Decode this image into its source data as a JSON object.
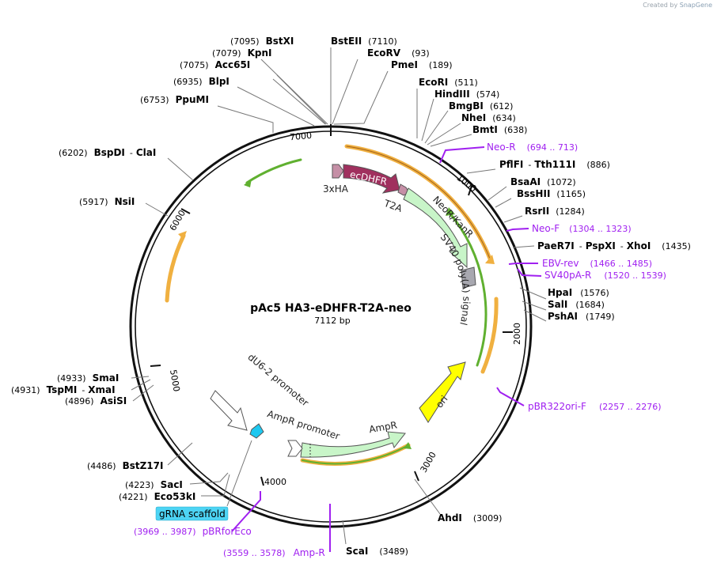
{
  "credit": {
    "prefix": "Created by",
    "brand": "SnapGene"
  },
  "plasmid": {
    "name": "pAc5 HA3-eDHFR-T2A-neo",
    "length_label": "7112 bp"
  },
  "ticks": [
    "1000",
    "2000",
    "3000",
    "4000",
    "5000",
    "6000",
    "7000"
  ],
  "sites_right": [
    {
      "name": "EcoRI",
      "pos": "(511)"
    },
    {
      "name": "HindIII",
      "pos": "(574)"
    },
    {
      "name": "BmgBI",
      "pos": "(612)"
    },
    {
      "name": "NheI",
      "pos": "(634)"
    },
    {
      "name": "BmtI",
      "pos": "(638)"
    },
    {
      "name": "PflFI",
      "sep": "-",
      "name2": "Tth111I",
      "pos": "(886)"
    },
    {
      "name": "BsaAI",
      "pos": "(1072)"
    },
    {
      "name": "BssHII",
      "pos": "(1165)"
    },
    {
      "name": "RsrII",
      "pos": "(1284)"
    },
    {
      "name": "PaeR7I",
      "sep": "-",
      "name2": "PspXI",
      "sep2": "-",
      "name3": "XhoI",
      "pos": "(1435)"
    },
    {
      "name": "HpaI",
      "pos": "(1576)"
    },
    {
      "name": "SalI",
      "pos": "(1684)"
    },
    {
      "name": "PshAI",
      "pos": "(1749)"
    }
  ],
  "sites_top": [
    {
      "name": "BstXI",
      "pos": "(7095)"
    },
    {
      "name": "KpnI",
      "pos": "(7079)"
    },
    {
      "name": "Acc65I",
      "pos": "(7075)"
    },
    {
      "name": "BlpI",
      "pos": "(6935)"
    },
    {
      "name": "PpuMI",
      "pos": "(6753)"
    },
    {
      "name": "BstEII",
      "pos": "(7110)"
    },
    {
      "name": "EcoRV",
      "pos": "(93)"
    },
    {
      "name": "PmeI",
      "pos": "(189)"
    }
  ],
  "sites_left": [
    {
      "name": "BspDI",
      "sep": "-",
      "name2": "ClaI",
      "pos": "(6202)"
    },
    {
      "name": "NsiI",
      "pos": "(5917)"
    },
    {
      "name": "SmaI",
      "pos": "(4933)"
    },
    {
      "name": "TspMI",
      "sep": "-",
      "name2": "XmaI",
      "pos": "(4931)"
    },
    {
      "name": "AsiSI",
      "pos": "(4896)"
    },
    {
      "name": "BstZ17I",
      "pos": "(4486)"
    },
    {
      "name": "SacI",
      "pos": "(4223)"
    },
    {
      "name": "Eco53kI",
      "pos": "(4221)"
    }
  ],
  "sites_bottom": [
    {
      "name": "AhdI",
      "pos": "(3009)"
    },
    {
      "name": "ScaI",
      "pos": "(3489)"
    }
  ],
  "primers": [
    {
      "name": "Neo-R",
      "pos": "(694 .. 713)"
    },
    {
      "name": "Neo-F",
      "pos": "(1304 .. 1323)"
    },
    {
      "name": "EBV-rev",
      "pos": "(1466 .. 1485)"
    },
    {
      "name": "SV40pA-R",
      "pos": "(1520 .. 1539)"
    },
    {
      "name": "pBR322ori-F",
      "pos": "(2257 .. 2276)"
    },
    {
      "name": "pBRforEco",
      "pos": "(3969 .. 3987)"
    },
    {
      "name": "Amp-R",
      "pos": "(3559 .. 3578)"
    }
  ],
  "features": {
    "ha": "3xHA",
    "edhfr": "ecDHFR",
    "t2a": "T2A",
    "neo": "NeoR/KanR",
    "sv40": "SV40 poly(A) signal",
    "ori": "ori",
    "ampr": "AmpR",
    "ampr_promoter": "AmpR promoter",
    "du6": "dU6-2 promoter",
    "grna": "gRNA scaffold"
  },
  "colors": {
    "edhfr": "#a0305e",
    "ha": "#c58fa6",
    "neo": "#c8f5c8",
    "ori": "#ffff00",
    "grna": "#1ec8f0",
    "primer": "#a020f0",
    "orf_orange": "#f0b040",
    "orf_green": "#60b030"
  }
}
